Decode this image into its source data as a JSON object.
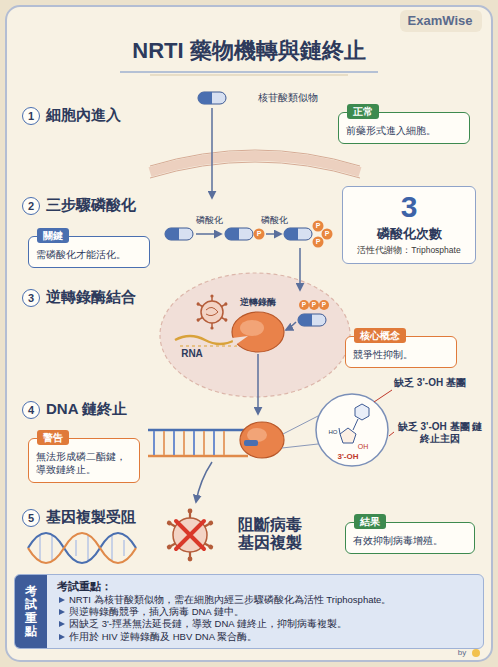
{
  "diagram": {
    "title": "NRTI 藥物機轉與鏈終止",
    "nodes": [
      {
        "text": [
          "1",
          "細胞內進入"
        ]
      },
      {
        "text": [
          "正常",
          "前藥形式進入細胞。"
        ]
      },
      {
        "text": [
          "2",
          "三步驟磷酸化"
        ]
      },
      {
        "text": [
          "關鍵",
          "需磷酸化才能活化。"
        ]
      },
      {
        "text": [
          "3",
          "磷酸化次數",
          "活性代謝物：Triphosphate"
        ]
      },
      {
        "text": [
          "3",
          "逆轉錄酶結合"
        ]
      },
      {
        "text": [
          "核心概念",
          "競爭性抑制。"
        ]
      },
      {
        "text": [
          "4",
          "DNA 鏈終止"
        ]
      },
      {
        "text": [
          "警告",
          "無法形成磷二酯鍵，導致鏈終止。"
        ]
      },
      {
        "text": [
          "5",
          "基因複製受阻"
        ]
      },
      {
        "text": [
          "結果",
          "有效抑制病毒增殖。"
        ]
      },
      {
        "text": [
          "考試重點：",
          "NRTI 為核苷酸類似物，需在細胞內經三步驟磷酸化為活性 Triphosphate。",
          "與逆轉錄酶競爭，插入病毒 DNA 鏈中。",
          "因缺乏 3'-羥基無法延長鏈，導致 DNA 鏈終止，抑制病毒複製。",
          "作用於 HIV 逆轉錄酶及 HBV DNA 聚合酶。"
        ]
      },
      {
        "text": [
          "考試重點"
        ],
        "in": 11
      }
    ],
    "labels": [
      "ExamWise",
      "核苷酸類似物",
      "磷酸化",
      "磷酸化",
      "P",
      "P",
      "P",
      "P",
      "P",
      "P",
      "P",
      "逆轉錄酶",
      "RNA",
      "缺乏 3'-OH 基團",
      "HO",
      "OH",
      "3'-OH",
      "缺乏 3'-OH 基團 鏈終止主因",
      "阻斷病毒 基因複製",
      "by"
    ]
  }
}
